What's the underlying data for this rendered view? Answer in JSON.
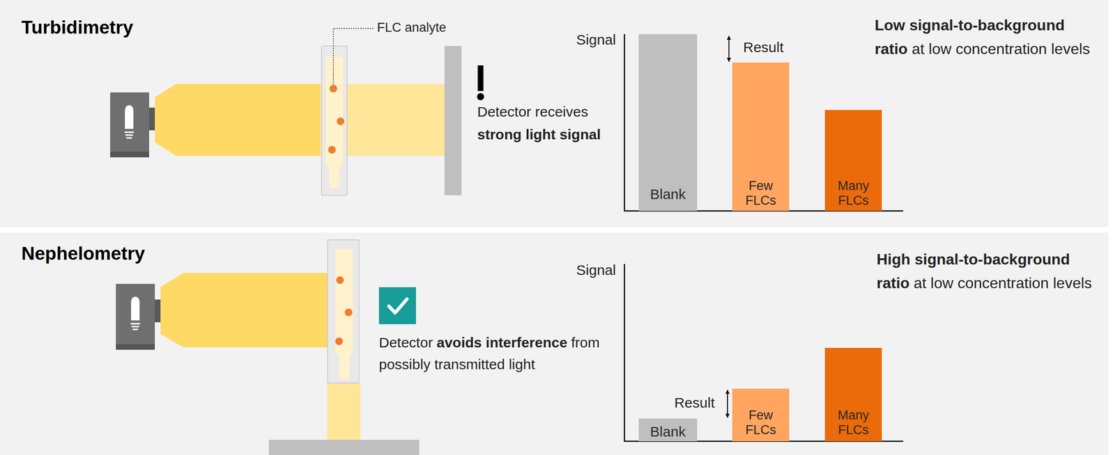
{
  "diagram": {
    "nodes": [
      {
        "text": [
          "Turbidimetry"
        ]
      },
      {
        "text": [
          "Blank"
        ],
        "in": 0
      },
      {
        "text": [
          "Few FLCs"
        ],
        "in": 0
      },
      {
        "text": [
          "Many FLCs"
        ],
        "in": 0
      },
      {
        "text": [
          "Nephelometry"
        ]
      },
      {
        "text": [
          "Blank"
        ],
        "in": 4
      },
      {
        "text": [
          "Few FLCs"
        ],
        "in": 4
      },
      {
        "text": [
          "Many FLCs"
        ],
        "in": 4
      }
    ],
    "labels": [
      "FLC analyte",
      "Detector receives",
      "strong light signal",
      "Signal",
      "Result",
      "Low signal-to-background ratio",
      "at low concentration levels",
      "Detector",
      "avoids interference",
      "from possibly transmitted light",
      "Signal",
      "Result",
      "High signal-to-background ratio",
      "at low concentration levels"
    ]
  }
}
